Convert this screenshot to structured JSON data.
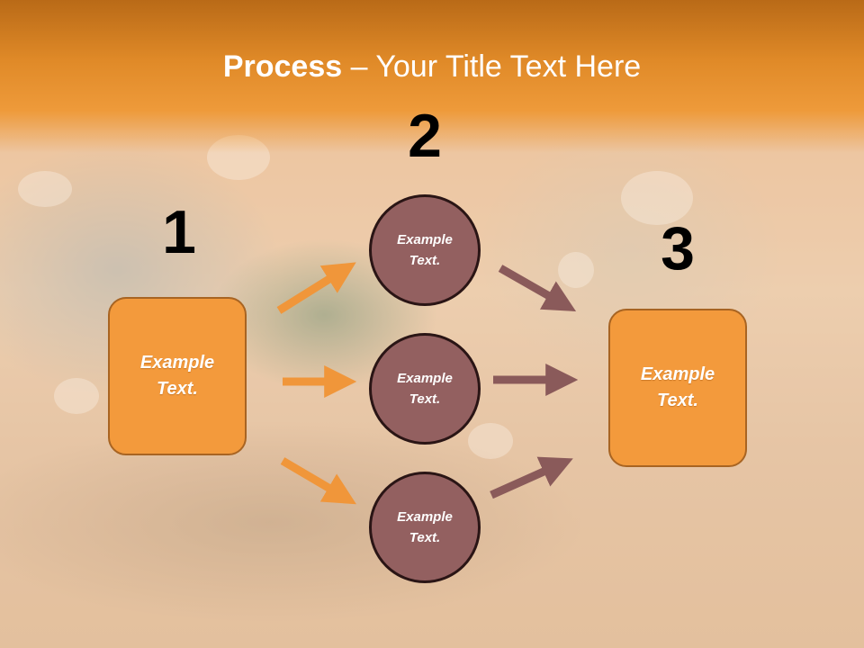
{
  "slide": {
    "title_bold": "Process",
    "title_rest": " – Your Title Text Here",
    "colors": {
      "title_band": "#e08a28",
      "box_fill": "#f39a3c",
      "box_border": "#a86422",
      "circle_fill": "#936060",
      "circle_border": "#2a1515",
      "arrow_left": "#f0963a",
      "arrow_right": "#8a5a5a"
    }
  },
  "steps": {
    "step1": {
      "number": "1",
      "text": "Example\nText."
    },
    "step2": {
      "number": "2"
    },
    "step3": {
      "number": "3",
      "text": "Example\nText."
    }
  },
  "circles": [
    {
      "text": "Example\nText."
    },
    {
      "text": "Example\nText."
    },
    {
      "text": "Example\nText."
    }
  ]
}
